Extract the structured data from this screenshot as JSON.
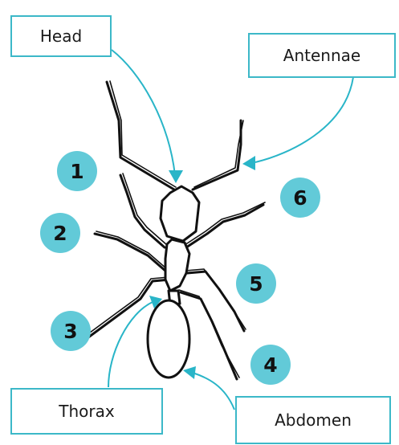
{
  "labels": {
    "head": "Head",
    "antennae": "Antennae",
    "thorax": "Thorax",
    "abdomen": "Abdomen"
  },
  "legs": [
    "1",
    "2",
    "3",
    "4",
    "5",
    "6"
  ],
  "colors": {
    "label_border": "#3cb8c8",
    "pointer": "#29b5c8",
    "number_circle": "#62cad8",
    "outline": "#111111"
  }
}
